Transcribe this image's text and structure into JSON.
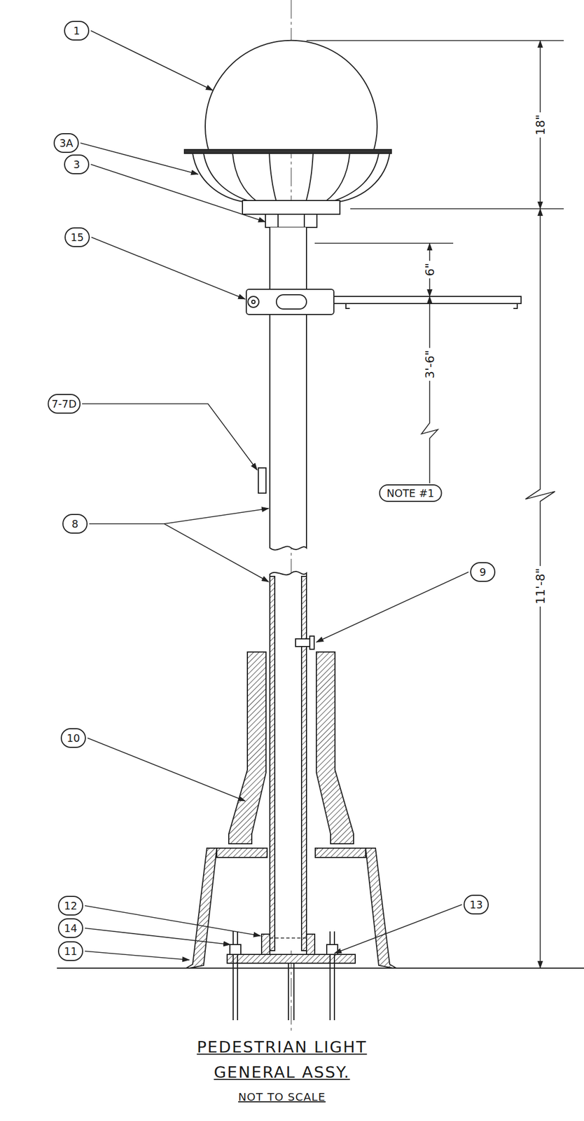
{
  "diagram": {
    "title": "PEDESTRIAN LIGHT",
    "nodes": [
      {
        "text": [
          "NOTE #1"
        ]
      }
    ],
    "labels": [
      "1",
      "3A",
      "3",
      "15",
      "7-7D",
      "8",
      "9",
      "10",
      "12",
      "14",
      "11",
      "13",
      "18\"",
      "6\"",
      "3'-6\"",
      "11'-8\"",
      "GENERAL ASSY.",
      "NOT TO SCALE"
    ]
  }
}
